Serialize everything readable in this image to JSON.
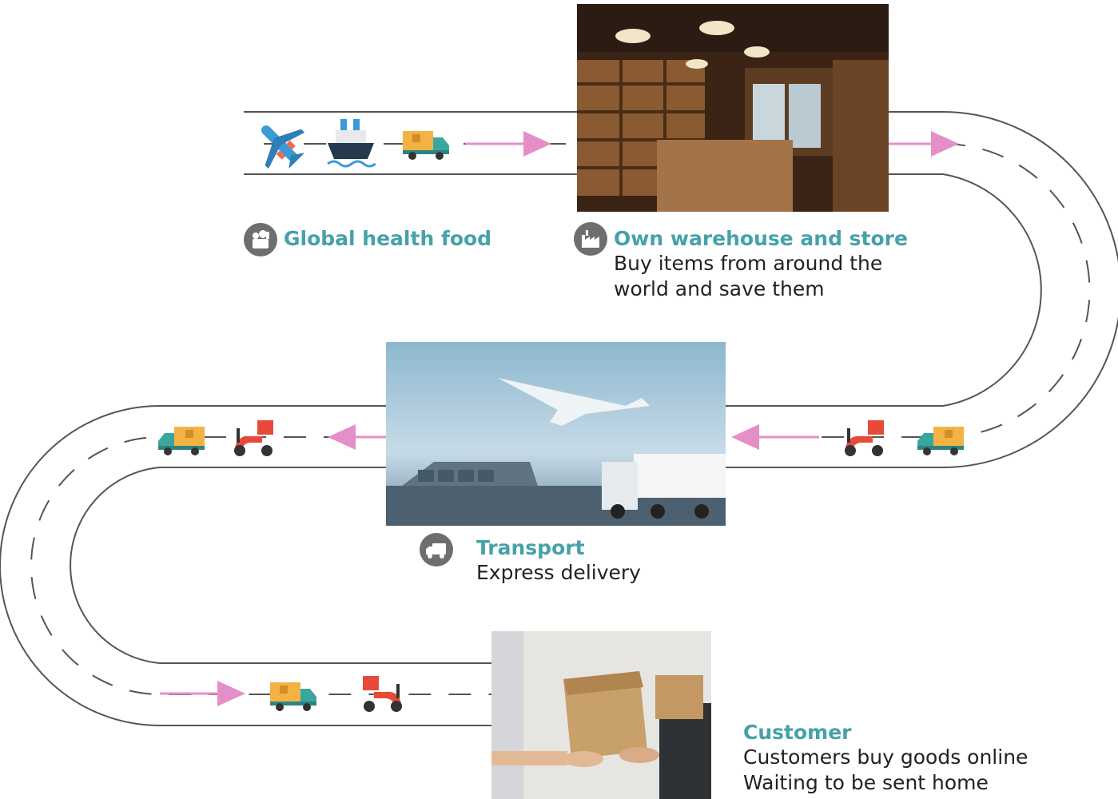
{
  "colors": {
    "accent_teal": "#45a2a8",
    "arrow_pink": "#e58fc8",
    "road_line": "#555555",
    "icon_grey": "#6d6e70"
  },
  "stages": {
    "global": {
      "title": "Global health food",
      "icon": "food-basket-icon"
    },
    "warehouse": {
      "title": "Own warehouse and store",
      "desc_line1": "Buy items from around the",
      "desc_line2": "world and save them",
      "icon": "factory-icon"
    },
    "transport": {
      "title": "Transport",
      "desc_line1": "Express delivery",
      "icon": "delivery-truck-icon"
    },
    "customer": {
      "title": "Customer",
      "desc_line1": "Customers buy goods online",
      "desc_line2": "Waiting to be sent home"
    }
  },
  "photos": {
    "store": "store-interior-photo",
    "transport": "airplane-ship-truck-photo",
    "customer": "box-handover-photo"
  },
  "vehicles": [
    "airplane-icon",
    "ship-icon",
    "truck-icon",
    "scooter-icon"
  ]
}
